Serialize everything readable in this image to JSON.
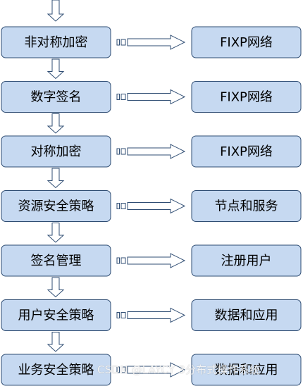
{
  "flow": {
    "rows": [
      {
        "left": "非对称加密",
        "right": "FIXP网络"
      },
      {
        "left": "数字签名",
        "right": "FIXP网络"
      },
      {
        "left": "对称加密",
        "right": "FIXP网络"
      },
      {
        "left": "资源安全策略",
        "right": "节点和服务"
      },
      {
        "left": "签名管理",
        "right": "注册用户"
      },
      {
        "left": "用户安全策略",
        "right": "数据和应用"
      },
      {
        "left": "业务安全策略",
        "right": "数据和应用"
      }
    ]
  },
  "watermark": "CSDN @LAYCY 3分布式操作系统",
  "colors": {
    "box_fill": "#c6d9f1",
    "box_stroke": "#2f4d73",
    "arrow_fill": "#ffffff"
  }
}
